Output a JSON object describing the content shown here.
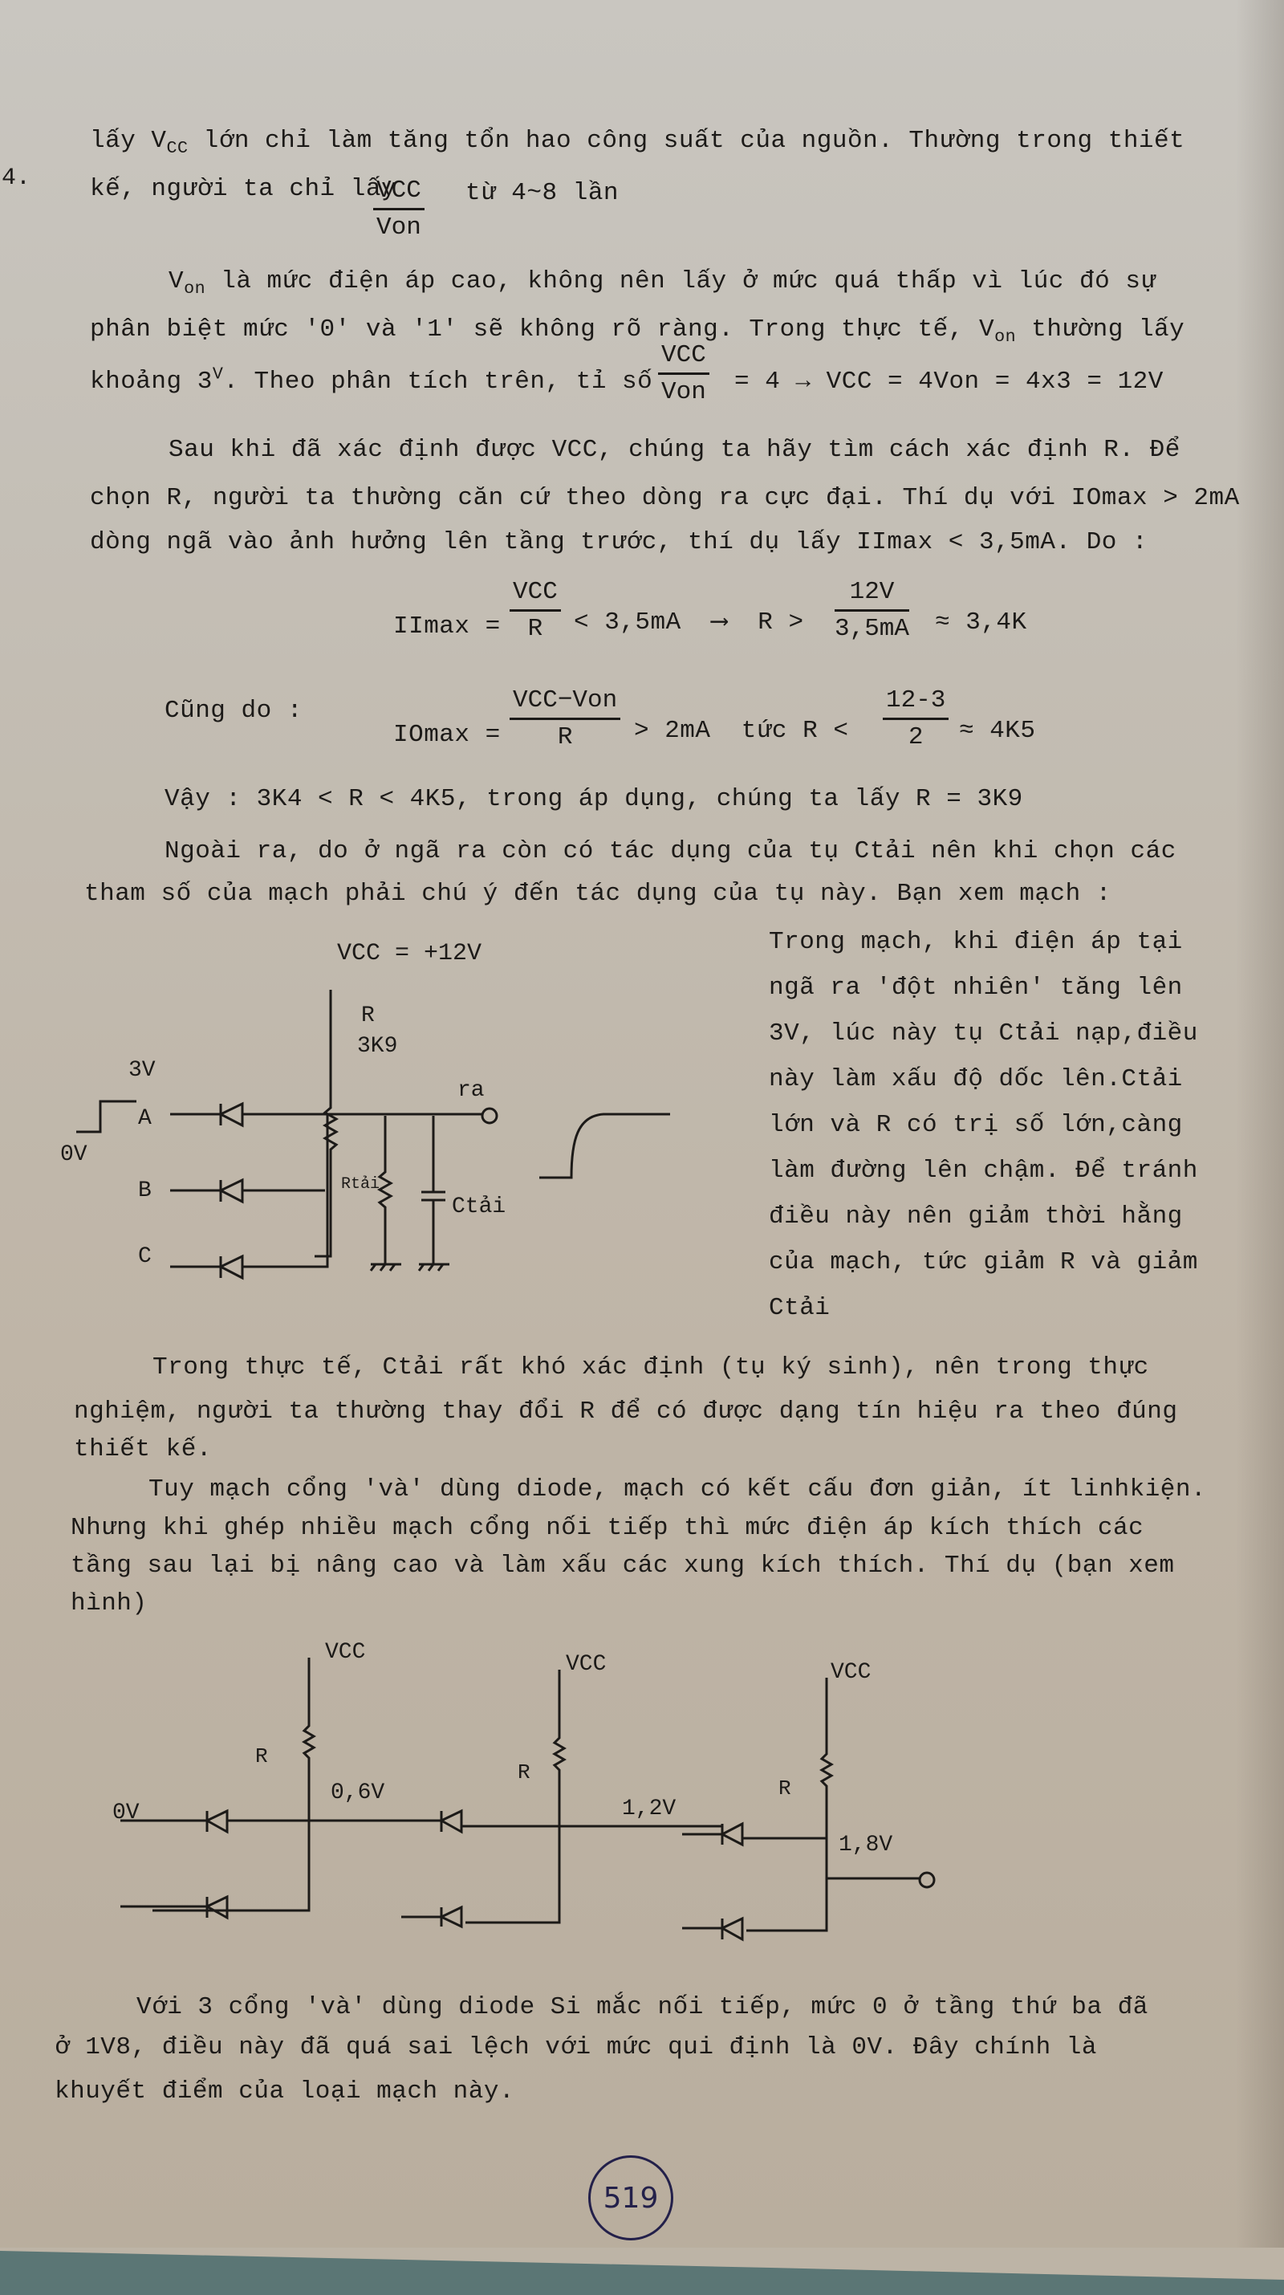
{
  "page": {
    "margin_mark": "4.",
    "page_number": "519",
    "paragraphs": {
      "p1_line1": "lấy V",
      "p1_line1_sub": "CC",
      "p1_line1_rest": " lớn chỉ làm tăng tổn hao công suất của nguồn. Thường trong thiết",
      "p1_line2": "kế, người ta chỉ lấy",
      "p1_frac_num": "VCC",
      "p1_frac_den": "Von",
      "p1_line2_rest": "từ 4~8 lần",
      "p2_line1_a": "V",
      "p2_line1_sub": "on",
      "p2_line1_rest": " là mức điện áp cao, không nên lấy ở mức quá thấp vì lúc đó sự",
      "p2_line2_a": "phân biệt mức '0' và '1' sẽ không rõ ràng. Trong thực tế, V",
      "p2_line2_sub": "on",
      "p2_line2_rest": " thường lấy",
      "p2_line3_a": "khoảng 3",
      "p2_line3_sup": "V",
      "p2_line3_b": ". Theo phân tích trên, tỉ số",
      "p2_frac_num": "VCC",
      "p2_frac_den": "Von",
      "p2_line3_rest": "= 4 → VCC = 4Von = 4x3 = 12V",
      "p3_line1": "Sau khi đã xác định được VCC, chúng ta hãy tìm cách xác định R. Để",
      "p3_line2": "chọn R, người ta thường căn cứ theo dòng ra cực đại. Thí dụ với IOmax > 2mA",
      "p3_line3": "dòng ngã vào ảnh hưởng lên tầng trước, thí dụ lấy IImax < 3,5mA. Do :",
      "eq1_lhs": "IImax =",
      "eq1_num": "VCC",
      "eq1_den": "R",
      "eq1_mid": "< 3,5mA  ⟶  R >",
      "eq1_num2": "12V",
      "eq1_den2": "3,5mA",
      "eq1_rhs": "≈ 3,4K",
      "cung_do": "Cũng do :",
      "eq2_lhs": "IOmax =",
      "eq2_num": "VCC−Von",
      "eq2_den": "R",
      "eq2_mid": "> 2mA  tức R <",
      "eq2_num2": "12-3",
      "eq2_den2": "2",
      "eq2_rhs": "≈ 4K5",
      "vay": "Vậy : 3K4 < R < 4K5, trong áp dụng, chúng ta lấy R = 3K9",
      "p4_line1": "Ngoài ra, do ở ngã ra còn có tác dụng của tụ Ctải nên khi chọn các",
      "p4_line2": "tham số của mạch phải chú ý đến tác dụng của tụ này. Bạn xem mạch :",
      "side_lines": [
        "Trong mạch, khi điện áp tại",
        "ngã ra 'đột nhiên' tăng lên",
        "3V, lúc này tụ Ctải nạp,điều",
        "này làm xấu độ dốc lên.Ctải",
        "lớn và R có trị số lớn,càng",
        "làm đường lên chậm. Để tránh",
        "điều này nên giảm thời hằng",
        "của mạch, tức giảm R và giảm",
        "Ctải"
      ],
      "p5_lines": [
        "Trong thực tế, Ctải rất khó xác định (tụ ký sinh), nên trong thực",
        "nghiệm, người ta thường thay đổi R để có được dạng tín hiệu ra theo đúng",
        "thiết kế."
      ],
      "p6_lines": [
        "Tuy mạch cổng 'và' dùng diode, mạch có kết cấu đơn giản, ít linhkiện.",
        "Nhưng khi ghép nhiều mạch cổng nối tiếp thì mức điện áp kích thích các",
        "tầng sau lại bị nâng cao và làm xấu các xung kích thích. Thí dụ (bạn xem",
        "hình)"
      ],
      "p7_lines": [
        "Với 3 cổng 'và' dùng diode Si mắc nối tiếp, mức 0 ở tầng thứ ba đã",
        "ở 1V8, điều này đã quá sai lệch với mức qui định là 0V. Đây chính là",
        "khuyết điểm của loại mạch này."
      ]
    },
    "circuit1": {
      "vcc_label": "VCC = +12V",
      "r_label": "R",
      "r_value": "3K9",
      "input_high": "3V",
      "input_low": "0V",
      "inputs": [
        "A",
        "B",
        "C"
      ],
      "output_label": "ra",
      "rload_label": "Rtải",
      "cload_label": "Ctải"
    },
    "circuit2": {
      "vcc_labels": [
        "VCC",
        "VCC",
        "VCC"
      ],
      "r_labels": [
        "R",
        "R",
        "R"
      ],
      "input_level": "0V",
      "node_levels": [
        "0,6V",
        "1,2V",
        "1,8V"
      ]
    }
  }
}
